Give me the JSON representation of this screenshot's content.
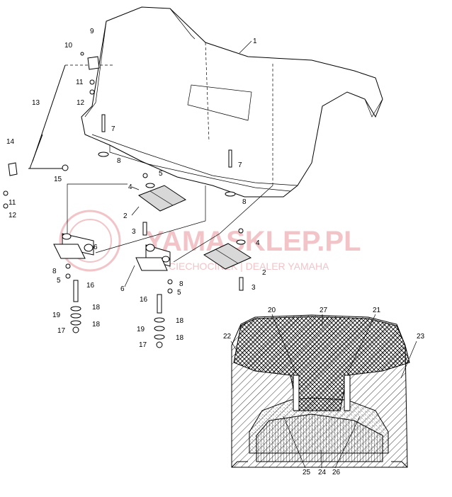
{
  "callouts": {
    "c1": "1",
    "c2a": "2",
    "c2b": "2",
    "c3a": "3",
    "c3b": "3",
    "c4a": "4",
    "c4b": "4",
    "c5a": "5",
    "c5b": "5",
    "c5c": "5",
    "c6a": "6",
    "c6b": "6",
    "c7a": "7",
    "c7b": "7",
    "c8a": "8",
    "c8b": "8",
    "c8c": "8",
    "c8d": "8",
    "c9": "9",
    "c10": "10",
    "c11a": "11",
    "c11b": "11",
    "c12a": "12",
    "c12b": "12",
    "c13": "13",
    "c14": "14",
    "c15": "15",
    "c16a": "16",
    "c16b": "16",
    "c17a": "17",
    "c17b": "17",
    "c18a": "18",
    "c18b": "18",
    "c18c": "18",
    "c18d": "18",
    "c19a": "19",
    "c19b": "19",
    "c20": "20",
    "c21": "21",
    "c22": "22",
    "c23": "23",
    "c24": "24",
    "c25": "25",
    "c26": "26",
    "c27": "27"
  },
  "watermark": {
    "main": "YAMASKLEP.PL",
    "sub": "CIECHOCINEK | DEALER YAMAHA"
  },
  "colors": {
    "line": "#000000",
    "watermark": "#f2c4c8",
    "background": "#ffffff"
  }
}
